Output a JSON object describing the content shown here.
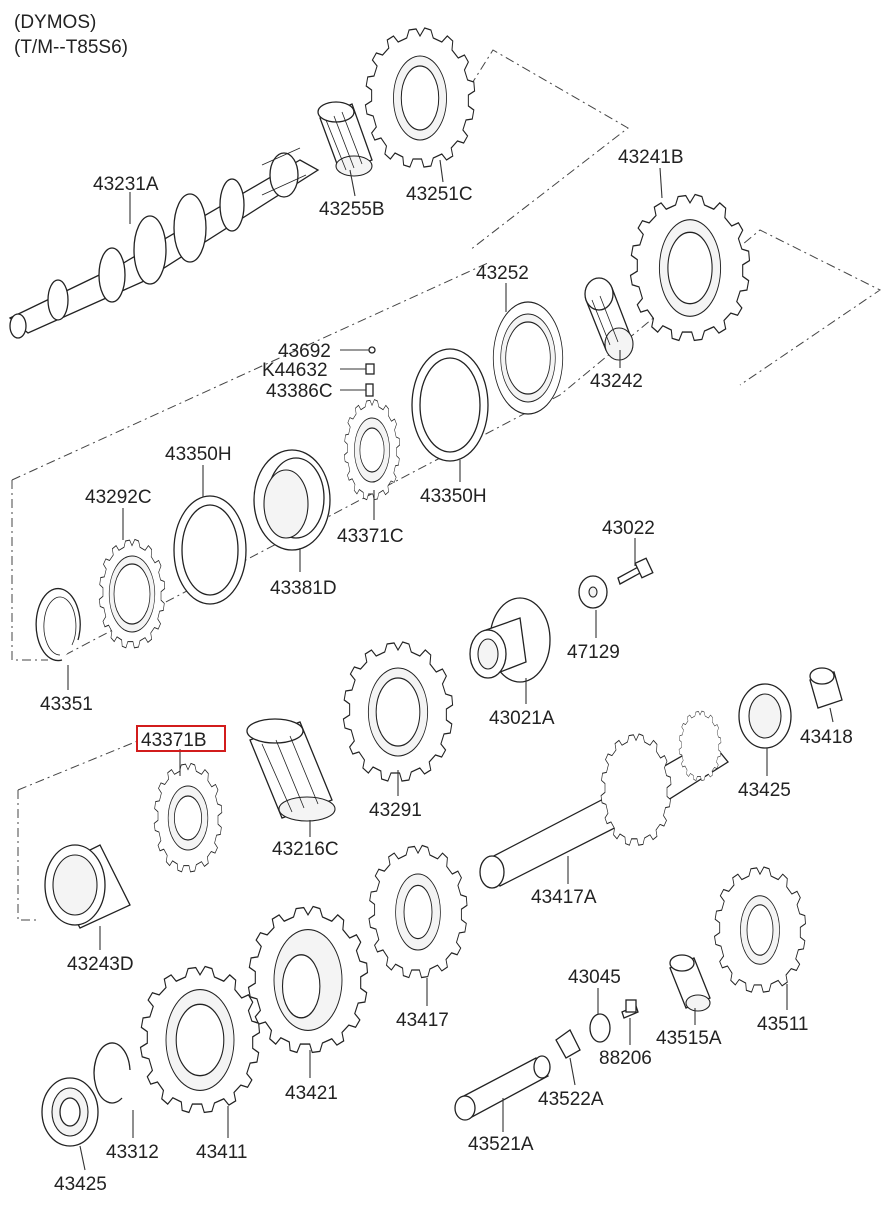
{
  "header": {
    "line1": "(DYMOS)",
    "line2": "(T/M--T85S6)"
  },
  "highlight_color": "#d21c1c",
  "highlighted_part": "43371B",
  "parts": {
    "p43231A": "43231A",
    "p43255B": "43255B",
    "p43251C": "43251C",
    "p43241B": "43241B",
    "p43252": "43252",
    "p43242": "43242",
    "p43692": "43692",
    "pK44632": "K44632",
    "p43386C": "43386C",
    "p43350H_top": "43350H",
    "p43350H_bottom": "43350H",
    "p43292C": "43292C",
    "p43371C": "43371C",
    "p43381D": "43381D",
    "p43022": "43022",
    "p43351": "43351",
    "p47129": "47129",
    "p43021A": "43021A",
    "p43371B": "43371B",
    "p43418": "43418",
    "p43425_right": "43425",
    "p43216C": "43216C",
    "p43291": "43291",
    "p43417A": "43417A",
    "p43243D": "43243D",
    "p43045": "43045",
    "p43417": "43417",
    "p43511": "43511",
    "p43515A": "43515A",
    "p88206": "88206",
    "p43421": "43421",
    "p43522A": "43522A",
    "p43312": "43312",
    "p43411": "43411",
    "p43521A": "43521A",
    "p43425_left": "43425"
  }
}
